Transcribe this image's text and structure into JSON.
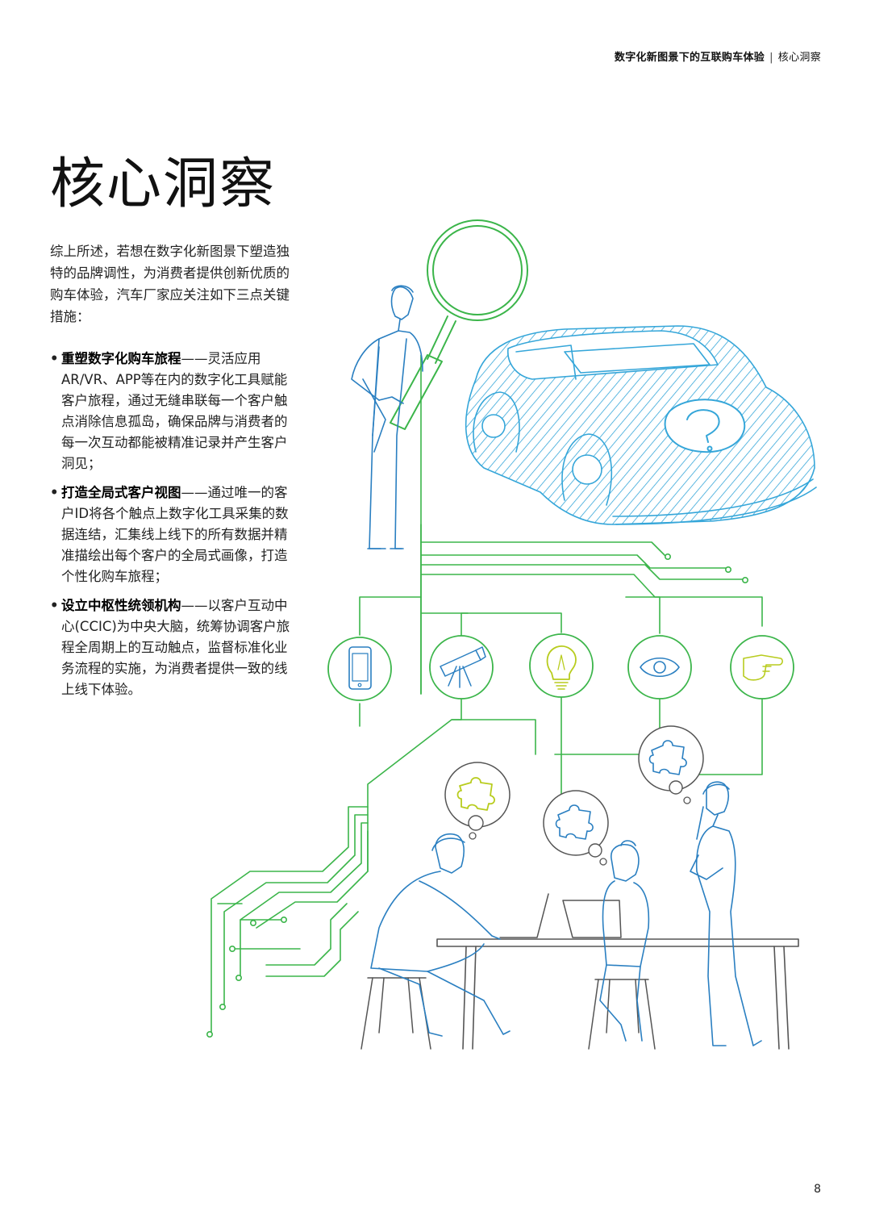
{
  "header": {
    "doc_title": "数字化新图景下的互联购车体验",
    "separator": "|",
    "section": "核心洞察"
  },
  "page_title": "核心洞察",
  "intro": "综上所述，若想在数字化新图景下塑造独特的品牌调性，为消费者提供创新优质的购车体验，汽车厂家应关注如下三点关键措施：",
  "bullets": [
    {
      "marker": "•",
      "term": "重塑数字化购车旅程",
      "text": "——灵活应用AR/VR、APP等在内的数字化工具赋能客户旅程，通过无缝串联每一个客户触点消除信息孤岛，确保品牌与消费者的每一次互动都能被精准记录并产生客户洞见；"
    },
    {
      "marker": "•",
      "term": "打造全局式客户视图",
      "text": "——通过唯一的客户ID将各个触点上数字化工具采集的数据连结，汇集线上线下的所有数据并精准描绘出每个客户的全局式画像，打造个性化购车旅程；"
    },
    {
      "marker": "•",
      "term": "设立中枢性统领机构",
      "text": "——以客户互动中心(CCIC)为中央大脑，统筹协调客户旅程全周期上的互动触点，监督标准化业务流程的实施，为消费者提供一致的线上线下体验。"
    }
  ],
  "illustration": {
    "icons": [
      "magnifier-icon",
      "car-icon",
      "question-mark-icon",
      "smartphone-icon",
      "telescope-icon",
      "lightbulb-icon",
      "eye-icon",
      "pointing-hand-icon",
      "puzzle-piece-icon",
      "laptop-icon"
    ],
    "colors": {
      "green": "#3bb54a",
      "blue": "#2a7fc1",
      "cyan": "#35a6d9",
      "lime": "#b8cc1e",
      "gray": "#555555"
    }
  },
  "page_number": "8"
}
